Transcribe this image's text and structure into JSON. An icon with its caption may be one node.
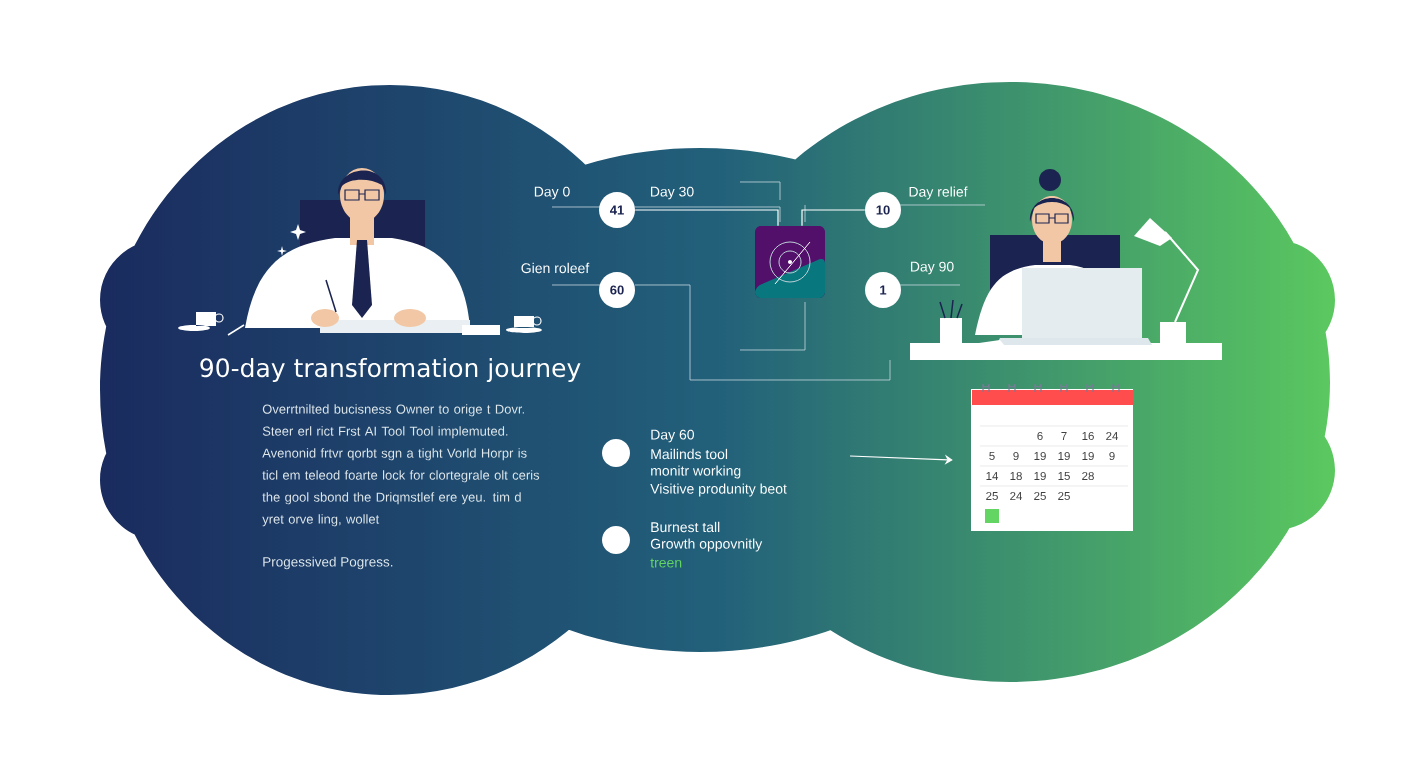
{
  "diagram": {
    "title": "90-day transformation journey",
    "nodes": [
      {
        "text": [
          "41"
        ],
        "beside": [
          "Day 0"
        ]
      },
      {
        "text": [
          "60"
        ],
        "beside": [
          "Gien roleef"
        ]
      },
      {
        "text": [
          "10"
        ],
        "beside": [
          "Day relief"
        ]
      },
      {
        "text": [
          "1"
        ],
        "beside": [
          "Day 90"
        ]
      },
      {
        "text": [],
        "shape": "picture"
      },
      {
        "text": [],
        "shape": "circle",
        "beside": [
          "Day 60",
          "Mailinds tool",
          "monitr working",
          "Visitive produnity beot"
        ]
      },
      {
        "text": [],
        "shape": "circle",
        "beside": [
          "Burnest tall",
          "Growth oppovnitly",
          "treen"
        ]
      },
      {
        "text": [],
        "shape": "picture"
      }
    ],
    "edges": [
      {
        "from": 0,
        "to": 4,
        "arrow": "none"
      },
      {
        "from": 2,
        "to": 4,
        "arrow": "none"
      },
      {
        "from": null,
        "to": 7,
        "arrow": "to"
      }
    ],
    "labels": [
      "Day 30",
      "Overrtnilted bucisness Owner to orige t Dovr. Steer erl rict Frst AI Tool Tool implemuted. Avenonid frtvr qorbt sgn a tight Vorld Horpr is ticl em teleod foarte lock for clortegrale olt ceris the gool sbond the Driqmstlef ere yeu. tim d yret orve ling, wollet",
      "Progessived Pogress.",
      "6",
      "7",
      "16",
      "24",
      "5",
      "9",
      "19",
      "19",
      "19",
      "9",
      "14",
      "18",
      "19",
      "15",
      "28",
      "25",
      "24",
      "25",
      "25"
    ]
  }
}
